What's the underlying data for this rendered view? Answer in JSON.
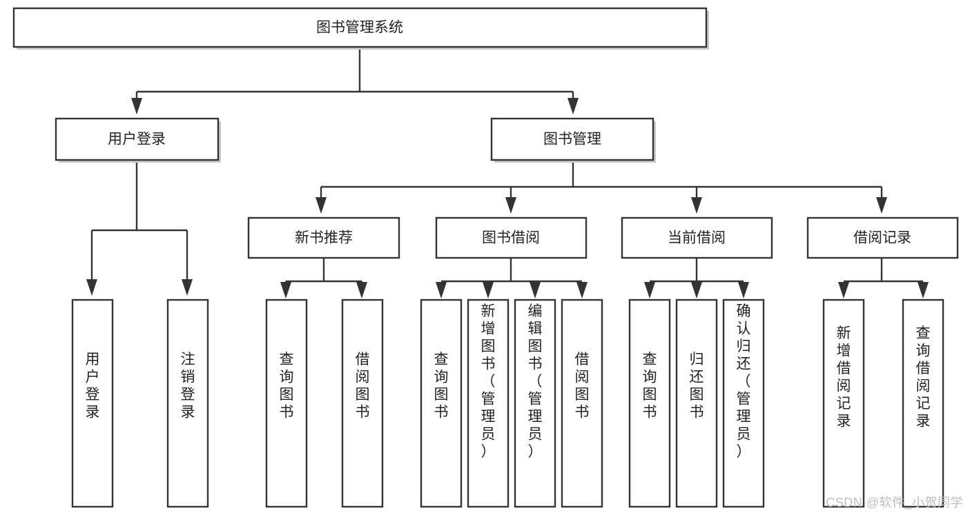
{
  "diagram": {
    "type": "tree",
    "title": "图书管理系统",
    "watermark": "CSDN @软件_小贺同学",
    "colors": {
      "stroke": "#333333",
      "fill": "#ffffff",
      "text": "#222222",
      "shadow": "#c9c9c9",
      "watermark": "#bdbdbd"
    },
    "nodes": {
      "root": {
        "label": "图书管理系统",
        "orientation": "horizontal",
        "level": 1
      },
      "user_login": {
        "label": "用户登录",
        "orientation": "horizontal",
        "level": 2
      },
      "book_manage": {
        "label": "图书管理",
        "orientation": "horizontal",
        "level": 2
      },
      "new_book_rec": {
        "label": "新书推荐",
        "orientation": "horizontal",
        "level": 3
      },
      "book_borrow": {
        "label": "图书借阅",
        "orientation": "horizontal",
        "level": 3
      },
      "current_borrow": {
        "label": "当前借阅",
        "orientation": "horizontal",
        "level": 3
      },
      "borrow_record": {
        "label": "借阅记录",
        "orientation": "horizontal",
        "level": 3
      },
      "leaf_user_login": {
        "label": "用户登录",
        "orientation": "vertical",
        "level": 3
      },
      "leaf_logout": {
        "label": "注销登录",
        "orientation": "vertical",
        "level": 3
      },
      "leaf_query_book_1": {
        "label": "查询图书",
        "orientation": "vertical",
        "level": 4
      },
      "leaf_borrow_book_1": {
        "label": "借阅图书",
        "orientation": "vertical",
        "level": 4
      },
      "leaf_query_book_2": {
        "label": "查询图书",
        "orientation": "vertical",
        "level": 4
      },
      "leaf_add_book": {
        "label": "新增图书（管理员）",
        "orientation": "vertical",
        "level": 4
      },
      "leaf_edit_book": {
        "label": "编辑图书（管理员）",
        "orientation": "vertical",
        "level": 4
      },
      "leaf_borrow_book_2": {
        "label": "借阅图书",
        "orientation": "vertical",
        "level": 4
      },
      "leaf_query_book_3": {
        "label": "查询图书",
        "orientation": "vertical",
        "level": 4
      },
      "leaf_return_book": {
        "label": "归还图书",
        "orientation": "vertical",
        "level": 4
      },
      "leaf_confirm_return": {
        "label": "确认归还（管理员）",
        "orientation": "vertical",
        "level": 4
      },
      "leaf_add_record": {
        "label": "新增借阅记录",
        "orientation": "vertical",
        "level": 4
      },
      "leaf_query_record": {
        "label": "查询借阅记录",
        "orientation": "vertical",
        "level": 4
      }
    },
    "edges": [
      {
        "from": "root",
        "to": "user_login"
      },
      {
        "from": "root",
        "to": "book_manage"
      },
      {
        "from": "user_login",
        "to": "leaf_user_login"
      },
      {
        "from": "user_login",
        "to": "leaf_logout"
      },
      {
        "from": "book_manage",
        "to": "new_book_rec"
      },
      {
        "from": "book_manage",
        "to": "book_borrow"
      },
      {
        "from": "book_manage",
        "to": "current_borrow"
      },
      {
        "from": "book_manage",
        "to": "borrow_record"
      },
      {
        "from": "new_book_rec",
        "to": "leaf_query_book_1"
      },
      {
        "from": "new_book_rec",
        "to": "leaf_borrow_book_1"
      },
      {
        "from": "book_borrow",
        "to": "leaf_query_book_2"
      },
      {
        "from": "book_borrow",
        "to": "leaf_add_book"
      },
      {
        "from": "book_borrow",
        "to": "leaf_edit_book"
      },
      {
        "from": "book_borrow",
        "to": "leaf_borrow_book_2"
      },
      {
        "from": "current_borrow",
        "to": "leaf_query_book_3"
      },
      {
        "from": "current_borrow",
        "to": "leaf_return_book"
      },
      {
        "from": "current_borrow",
        "to": "leaf_confirm_return"
      },
      {
        "from": "borrow_record",
        "to": "leaf_add_record"
      },
      {
        "from": "borrow_record",
        "to": "leaf_query_record"
      }
    ]
  }
}
